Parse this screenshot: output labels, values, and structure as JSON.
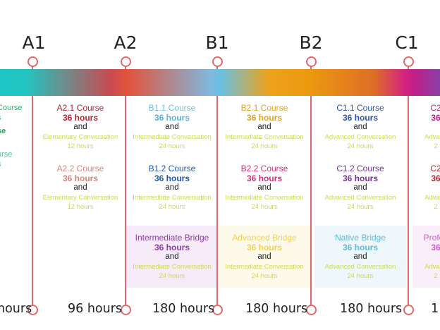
{
  "levels": [
    "A1",
    "A2",
    "B1",
    "B2",
    "C1"
  ],
  "columns": [
    {
      "id": "a1",
      "courses": [
        {
          "name": "Course",
          "hours": "s",
          "name_color": "#35b47b",
          "hours_color": "#35b47b"
        },
        {
          "name": "se",
          "hours": "",
          "name_color": "#2a9f5a",
          "hours_color": "#2a9f5a"
        },
        {
          "name": "urse",
          "hours": "s",
          "name_color": "#4fc39b",
          "hours_color": "#4fc39b"
        }
      ]
    },
    {
      "id": "a2",
      "courses": [
        {
          "name": "A2.1 Course",
          "hours": "36 hours",
          "and": "and",
          "conv": "Elementary Conversation",
          "conv_hours": "12 hours",
          "name_color": "#b8222c",
          "hours_color": "#b8222c"
        },
        {
          "name": "A2.2 Course",
          "hours": "36 hours",
          "and": "and",
          "conv": "Elementary Conversation",
          "conv_hours": "12 hours",
          "name_color": "#d8847a",
          "hours_color": "#d8847a"
        }
      ]
    },
    {
      "id": "b1",
      "courses": [
        {
          "name": "B1.1 Course",
          "hours": "36 hours",
          "and": "and",
          "conv": "Intermediate Conversation",
          "conv_hours": "24 hours",
          "name_color": "#6fbfe0",
          "hours_color": "#5ab3da"
        },
        {
          "name": "B1.2 Course",
          "hours": "36 hours",
          "and": "and",
          "conv": "Intermediate Conversation",
          "conv_hours": "24 hours",
          "name_color": "#1f57b0",
          "hours_color": "#1f57b0"
        }
      ],
      "bridge": {
        "name": "Intermediate Bridge",
        "hours": "36 hours",
        "and": "and",
        "conv": "Intermediate Conversation",
        "conv_hours": "24 hours",
        "name_color": "#8b3ea8",
        "hours_color": "#8b3ea8",
        "bg": "#f7eaf9"
      }
    },
    {
      "id": "b2",
      "courses": [
        {
          "name": "B2.1 Course",
          "hours": "36 hours",
          "and": "and",
          "conv": "Intermediate Conversation",
          "conv_hours": "24 hours",
          "name_color": "#e4a21e",
          "hours_color": "#e4a21e"
        },
        {
          "name": "B2.2 Course",
          "hours": "36 hours",
          "and": "and",
          "conv": "Intermediate Conversation",
          "conv_hours": "24 hours",
          "name_color": "#d6307a",
          "hours_color": "#d6307a"
        }
      ],
      "bridge": {
        "name": "Advanced Bridge",
        "hours": "36 hours",
        "and": "and",
        "conv": "Intermediate Conversation",
        "conv_hours": "24 hours",
        "name_color": "#f5cf55",
        "hours_color": "#f5cf55",
        "bg": "#fefaea"
      }
    },
    {
      "id": "c1",
      "courses": [
        {
          "name": "C1.1 Course",
          "hours": "36 hours",
          "and": "and",
          "conv": "Advanced Conversation",
          "conv_hours": "24 hours",
          "name_color": "#2f56ad",
          "hours_color": "#2f56ad"
        },
        {
          "name": "C1.2 Course",
          "hours": "36 hours",
          "and": "and",
          "conv": "Advanced Conversation",
          "conv_hours": "24 hours",
          "name_color": "#7a2ea0",
          "hours_color": "#7a2ea0"
        }
      ],
      "bridge": {
        "name": "Native Bridge",
        "hours": "36 hours",
        "and": "and",
        "conv": "Advanced Conversation",
        "conv_hours": "24 hours",
        "name_color": "#5fb9e0",
        "hours_color": "#5fb9e0",
        "bg": "#eef7fb"
      }
    },
    {
      "id": "c2",
      "courses": [
        {
          "name": "C2",
          "hours": "36",
          "and": "",
          "conv": "Advanc",
          "conv_hours": "2",
          "name_color": "#c21f86",
          "hours_color": "#c21f86"
        },
        {
          "name": "C2",
          "hours": "36",
          "and": "",
          "conv": "Advanc",
          "conv_hours": "2",
          "name_color": "#b8222c",
          "hours_color": "#b8222c"
        }
      ],
      "bridge": {
        "name": "Profes",
        "hours": "36",
        "and": "",
        "conv": "Advanc",
        "conv_hours": "2",
        "name_color": "#d25bd2",
        "hours_color": "#d25bd2",
        "bg": "#fbeefb"
      }
    }
  ],
  "conv_color": "#c9dc52",
  "hours_totals": [
    "hours",
    "96 hours",
    "180 hours",
    "180 hours",
    "180 hours",
    "1"
  ]
}
